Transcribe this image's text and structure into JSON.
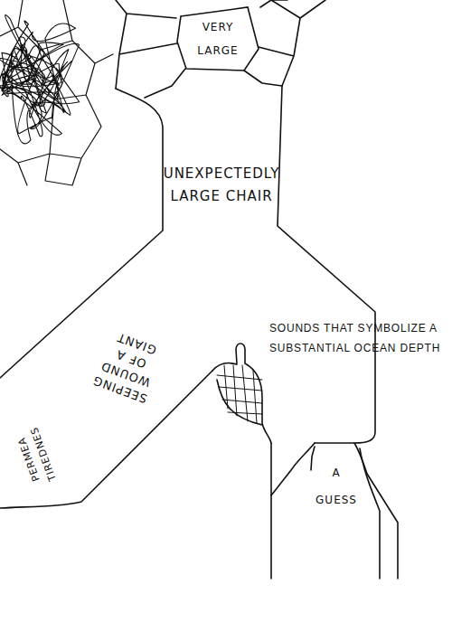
{
  "diagram": {
    "nodes": [
      {
        "text": [
          "VERY LARGE"
        ]
      }
    ],
    "labels": [
      "UNEXPECTEDLY LARGE CHAIR",
      "SOUNDS THAT SYMBOLIZE A SUBSTANTIAL OCEAN DEPTH",
      "SEEPING WOUND OF A GIANT",
      "PERMEA TIREDNES",
      "A GUESS"
    ]
  }
}
